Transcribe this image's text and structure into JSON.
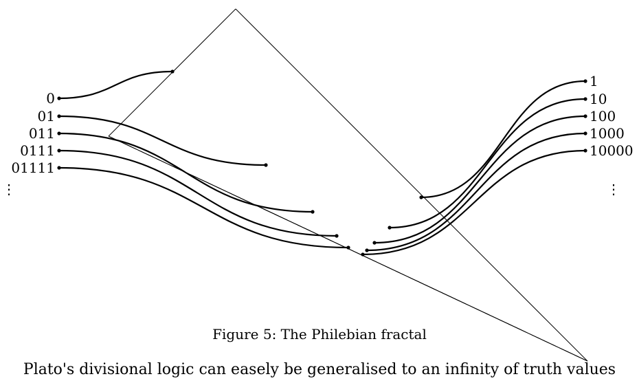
{
  "figure": {
    "left_labels": [
      "0",
      "01",
      "011",
      "0111",
      "01111"
    ],
    "right_labels": [
      "1",
      "10",
      "100",
      "1000",
      "10000"
    ],
    "ellipsis": "⋮",
    "caption": "Figure 5: The Philebian fractal"
  },
  "body_text": "Plato's divisional logic can easely be generalised to an infinity of truth values"
}
